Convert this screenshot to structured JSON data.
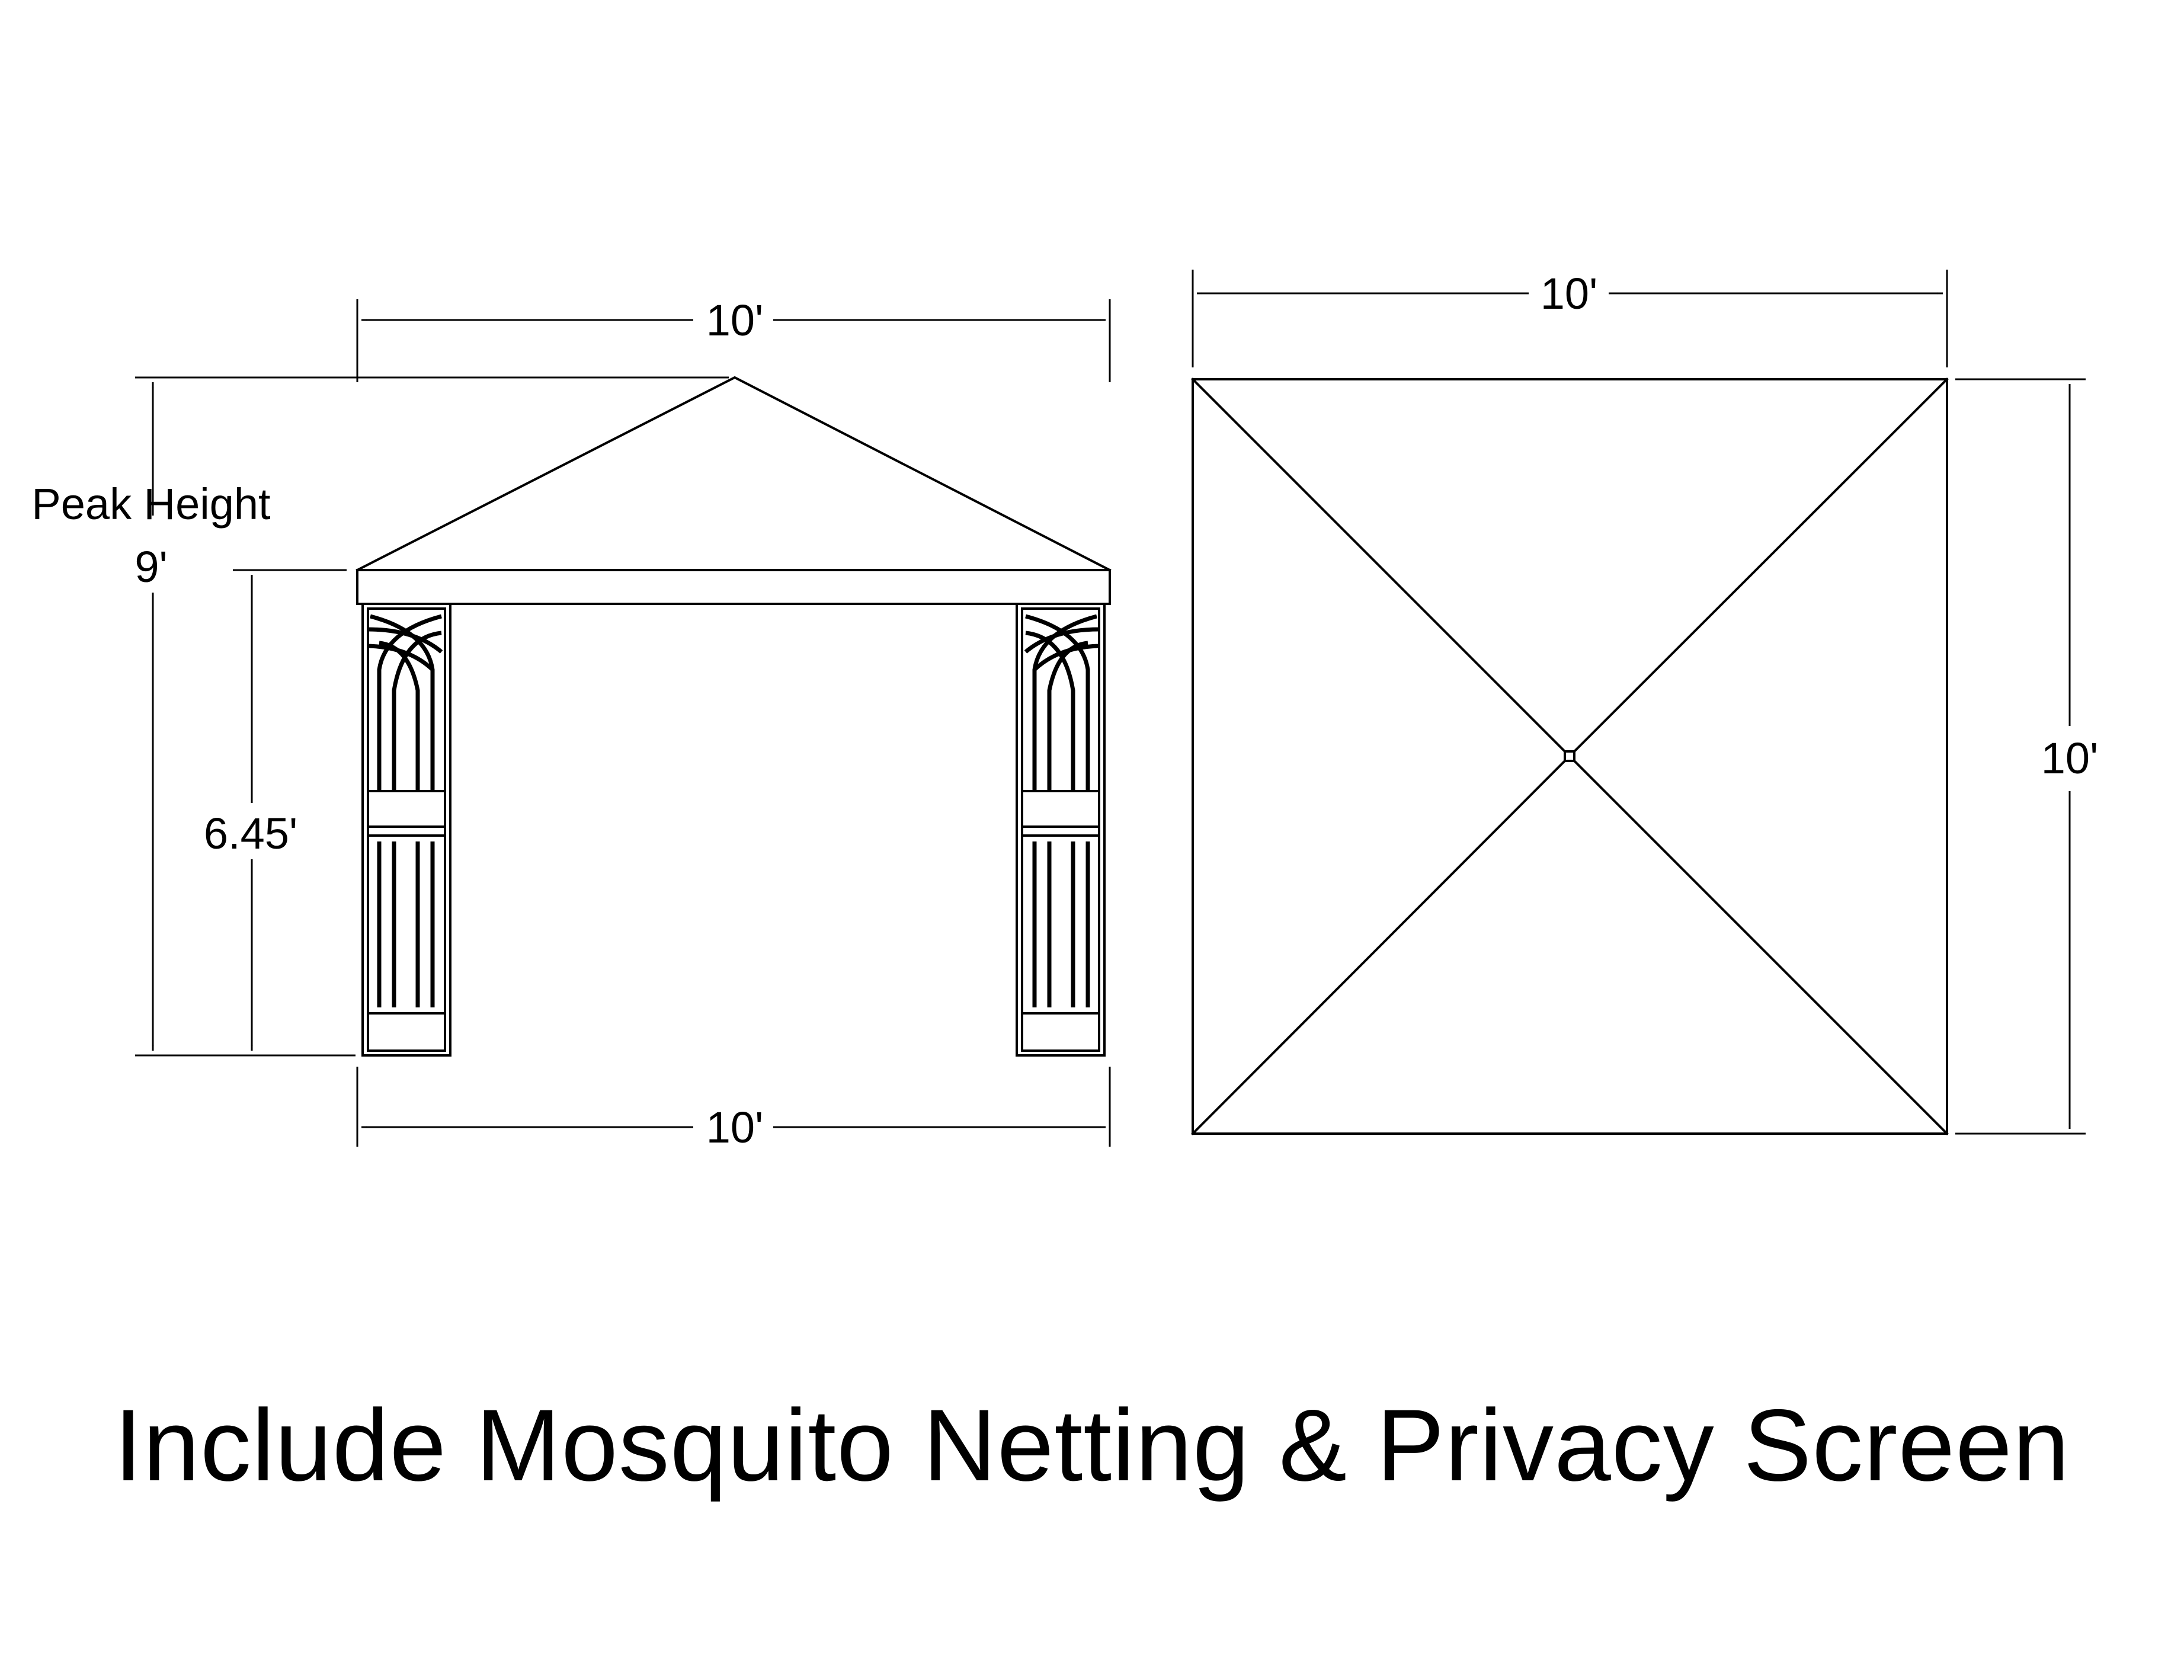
{
  "front_view": {
    "top_width_label": "10'",
    "bottom_width_label": "10'",
    "peak_height_title": "Peak Height",
    "peak_height_value": "9'",
    "side_height_label": "6.45'"
  },
  "top_view": {
    "top_width_label": "10'",
    "right_depth_label": "10'"
  },
  "caption": "Include Mosquito Netting & Privacy Screen",
  "colors": {
    "line": "#000000",
    "background": "#ffffff"
  }
}
